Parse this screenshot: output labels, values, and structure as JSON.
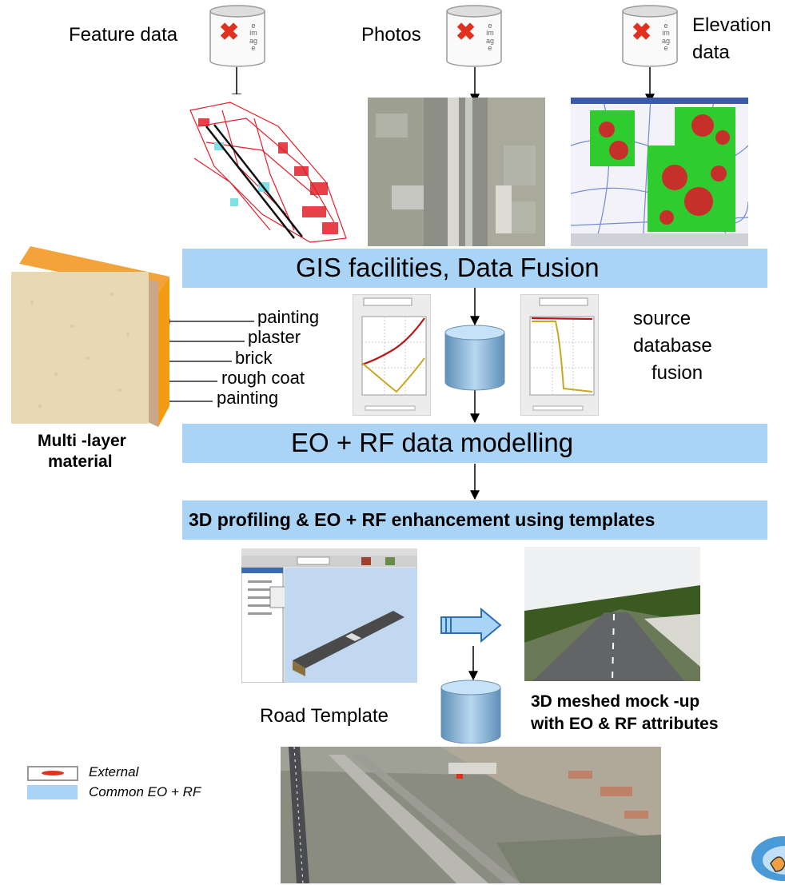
{
  "sources": {
    "feature": "Feature data",
    "photos": "Photos",
    "elevation_line1": "Elevation",
    "elevation_line2": "data",
    "placeholder_line1": "e",
    "placeholder_line2": "im",
    "placeholder_line3": "ag",
    "placeholder_line4": "e"
  },
  "bars": {
    "gis": "GIS facilities, Data Fusion",
    "eorf": "EO + RF data  modelling",
    "profiling": "3D profiling & EO + RF enhancement using templates"
  },
  "layers": [
    "painting",
    "plaster",
    "brick",
    "rough coat",
    "painting"
  ],
  "material": {
    "line1": "Multi -layer",
    "line2": "material"
  },
  "fusion": {
    "line1": "source",
    "line2": "database",
    "line3": "fusion"
  },
  "road_template": "Road Template",
  "mockup": {
    "line1": "3D meshed mock -up",
    "line2": "with EO & RF attributes"
  },
  "legend": {
    "external": "External",
    "common": "Common EO + RF"
  },
  "colors": {
    "bar_fill": "#aad4f6",
    "db_fill": "#8ab6d8",
    "external_mark": "#e0301e",
    "material_side": "#f39c12"
  }
}
